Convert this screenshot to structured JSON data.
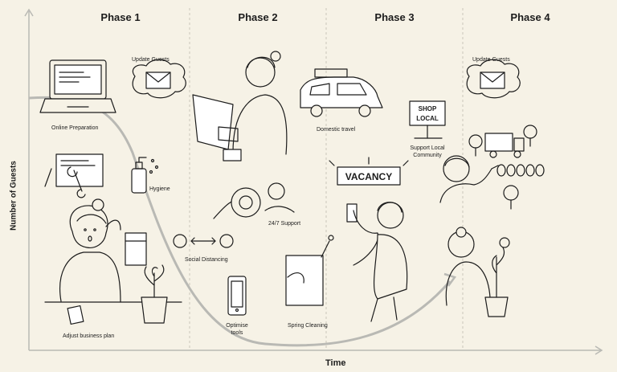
{
  "phases": [
    "Phase 1",
    "Phase 2",
    "Phase 3",
    "Phase 4"
  ],
  "axes": {
    "y_label": "Number of Guests",
    "x_label": "Time"
  },
  "labels": {
    "update_guests_1": "Update Guests",
    "online_preparation": "Online Preparation",
    "hygiene": "Hygiene",
    "adjust_business_plan": "Adjust business plan",
    "support_24_7": "24/7 Support",
    "social_distancing": "Social Distancing",
    "optimise_tools_1": "Optimise",
    "optimise_tools_2": "tools",
    "spring_cleaning": "Spring Cleaning",
    "domestic_travel": "Domestic travel",
    "vacancy_sign": "VACANCY",
    "shop_local_1": "SHOP",
    "shop_local_2": "LOCAL",
    "support_local_1": "Support Local",
    "support_local_2": "Community",
    "update_guests_2": "Update Guests"
  },
  "colors": {
    "background": "#f6f2e6",
    "ink": "#1c1c1c",
    "curve": "#b9b9b4",
    "divider": "#c9c6bb"
  }
}
